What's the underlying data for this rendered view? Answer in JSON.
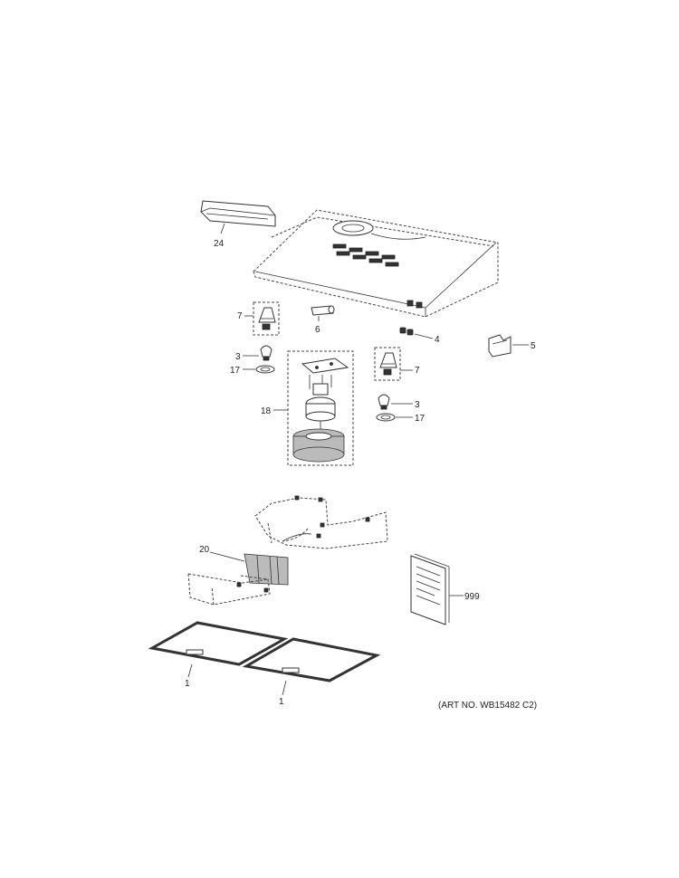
{
  "labels": {
    "p24": "24",
    "p7a": "7",
    "p6": "6",
    "p4": "4",
    "p5": "5",
    "p3a": "3",
    "p17a": "17",
    "p7b": "7",
    "p18": "18",
    "p3b": "3",
    "p17b": "17",
    "p20": "20",
    "p999": "999",
    "p1a": "1",
    "p1b": "1"
  },
  "art_number": "(ART NO. WB15482 C2)"
}
